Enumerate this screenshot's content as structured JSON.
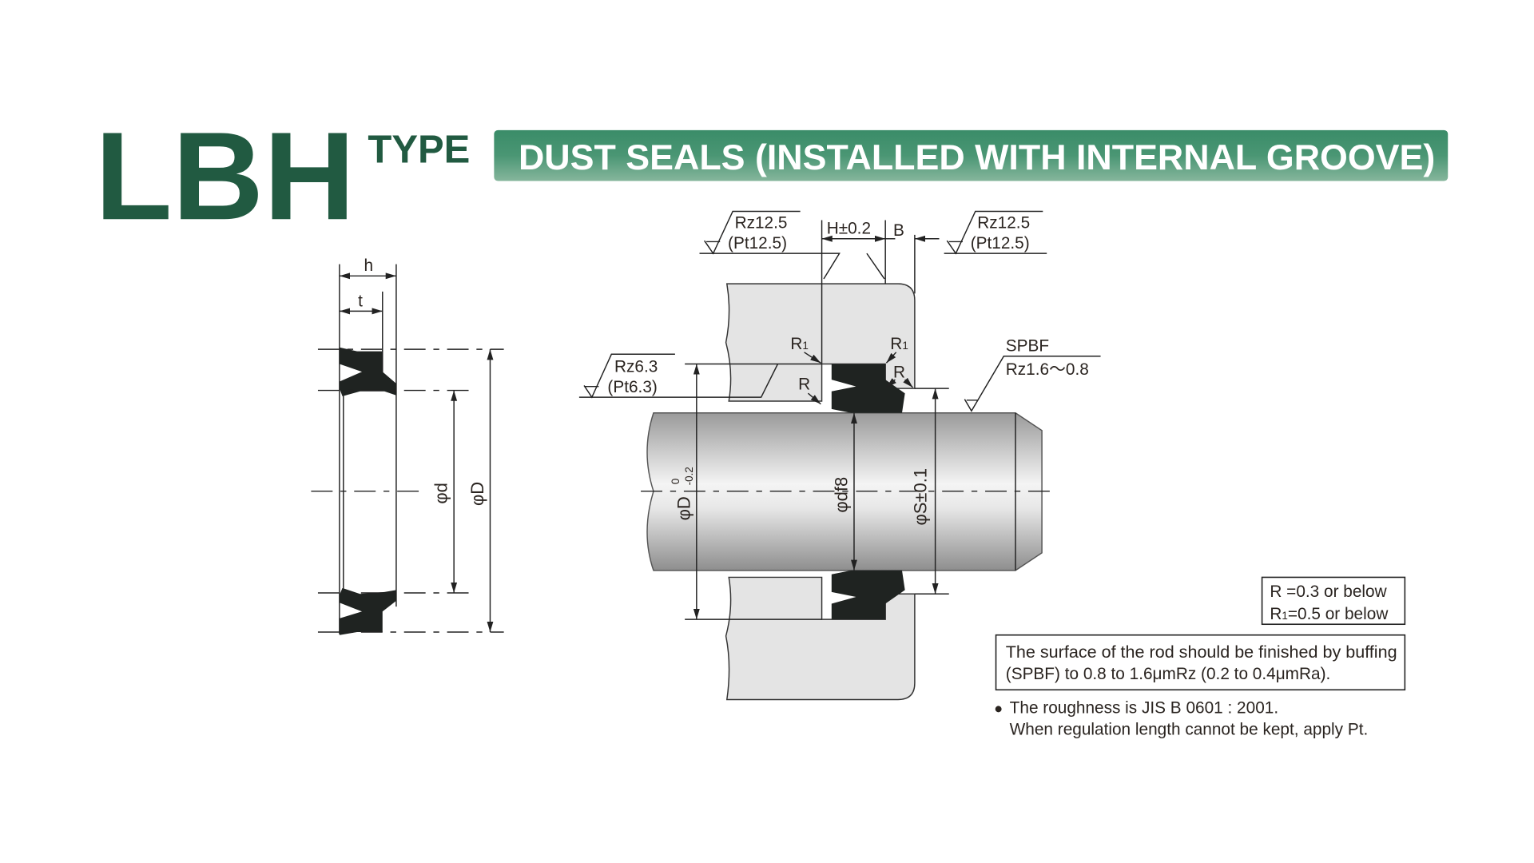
{
  "header": {
    "series_code": "LBH",
    "type_label": "TYPE",
    "banner_title": "DUST SEALS (INSTALLED WITH INTERNAL GROOVE)"
  },
  "colors": {
    "brand_green": "#215a41",
    "banner_top": "#3a8c68",
    "banner_bottom": "#86b69c",
    "housing": "#e4e4e4",
    "seal": "#1f2321"
  },
  "seal_drawing": {
    "h_label": "h",
    "t_label": "t",
    "d_label": "φd",
    "D_label": "φD"
  },
  "install_drawing": {
    "rough_left_top": [
      "Rz12.5",
      "(Pt12.5)"
    ],
    "rough_right_top": [
      "Rz12.5",
      "(Pt12.5)"
    ],
    "rough_groove": [
      "Rz6.3",
      "(Pt6.3)"
    ],
    "H_label": "H±0.2",
    "B_label": "B",
    "R1_label": "R",
    "R1_sub": "1",
    "R_label": "R",
    "spbf_label": "SPBF",
    "spbf_value": "Rz1.6～0.8",
    "D_groove_label": "φD",
    "D_groove_tol_upper": "0",
    "D_groove_tol_lower": "-0.2",
    "df8_label": "φdf8",
    "S_label": "φS±0.1"
  },
  "notes": {
    "radius_box": [
      "R =0.3 or below",
      "=0.5 or below"
    ],
    "radius_box_r1": "R",
    "radius_box_r1_sub": "1",
    "surface_note": [
      "The surface of the rod should be finished by buffing",
      "(SPBF) to 0.8 to 1.6μmRz (0.2 to 0.4μmRa)."
    ],
    "bullet": "●",
    "roughness_note": [
      "The roughness is JIS B 0601 : 2001.",
      "When regulation length cannot be kept, apply Pt."
    ]
  }
}
